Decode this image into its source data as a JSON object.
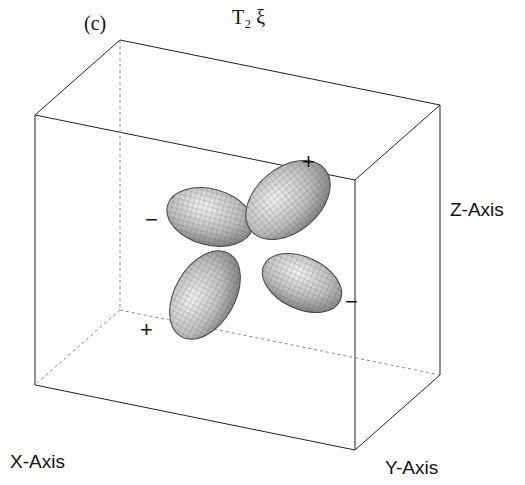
{
  "diagram": {
    "title": "T₂ ξ",
    "labels": [
      "(c)",
      "Z-Axis",
      "X-Axis",
      "Y-Axis",
      "+",
      "−",
      "−",
      "+"
    ]
  }
}
